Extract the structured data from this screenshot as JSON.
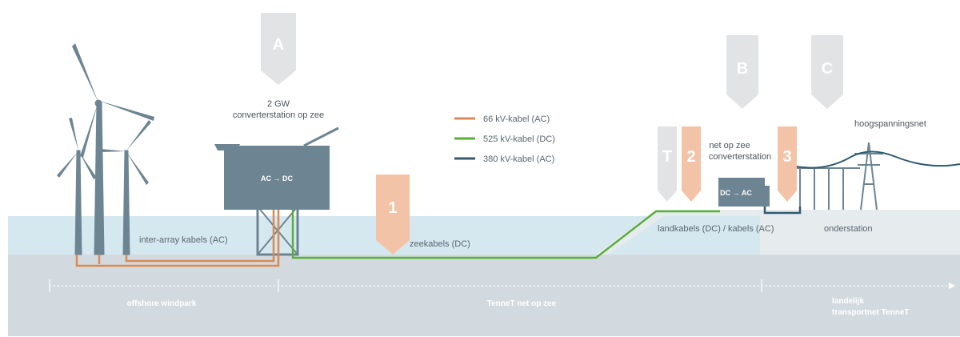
{
  "markers": {
    "a": "A",
    "b": "B",
    "c": "C",
    "t": "T",
    "n1": "1",
    "n2": "2",
    "n3": "3"
  },
  "labels": {
    "converter_sea_line1": "2 GW",
    "converter_sea_line2": "converterstation op zee",
    "converter_box": "AC → DC",
    "land_converter_line1": "net op zee",
    "land_converter_line2": "converterstation",
    "land_converter_box": "DC → AC",
    "high_voltage_grid": "hoogspanningsnet",
    "inter_array": "inter-array kabels (AC)",
    "sea_cables": "zeekabels (DC)",
    "land_cables": "landkabels (DC) / kabels (AC)",
    "substation": "onderstation"
  },
  "legend": [
    {
      "label": "66 kV-kabel (AC)",
      "color": "#d98a55"
    },
    {
      "label": "525 kV-kabel (DC)",
      "color": "#5aaf3c"
    },
    {
      "label": "380 kV-kabel (AC)",
      "color": "#2f5b73"
    }
  ],
  "zones": {
    "offshore": "offshore windpark",
    "tennet_sea": "TenneT net op zee",
    "national_line1": "landelijk",
    "national_line2": "transportnet TenneT"
  },
  "colors": {
    "marker_grey": "#e2e3e4",
    "marker_orange": "#f2c3a6",
    "sea": "#d6e8ef",
    "seabed": "#d3dadf",
    "structure": "#6d8593",
    "cable_ac66": "#d98a55",
    "cable_dc525": "#5aaf3c",
    "cable_ac380": "#2f5b73"
  }
}
